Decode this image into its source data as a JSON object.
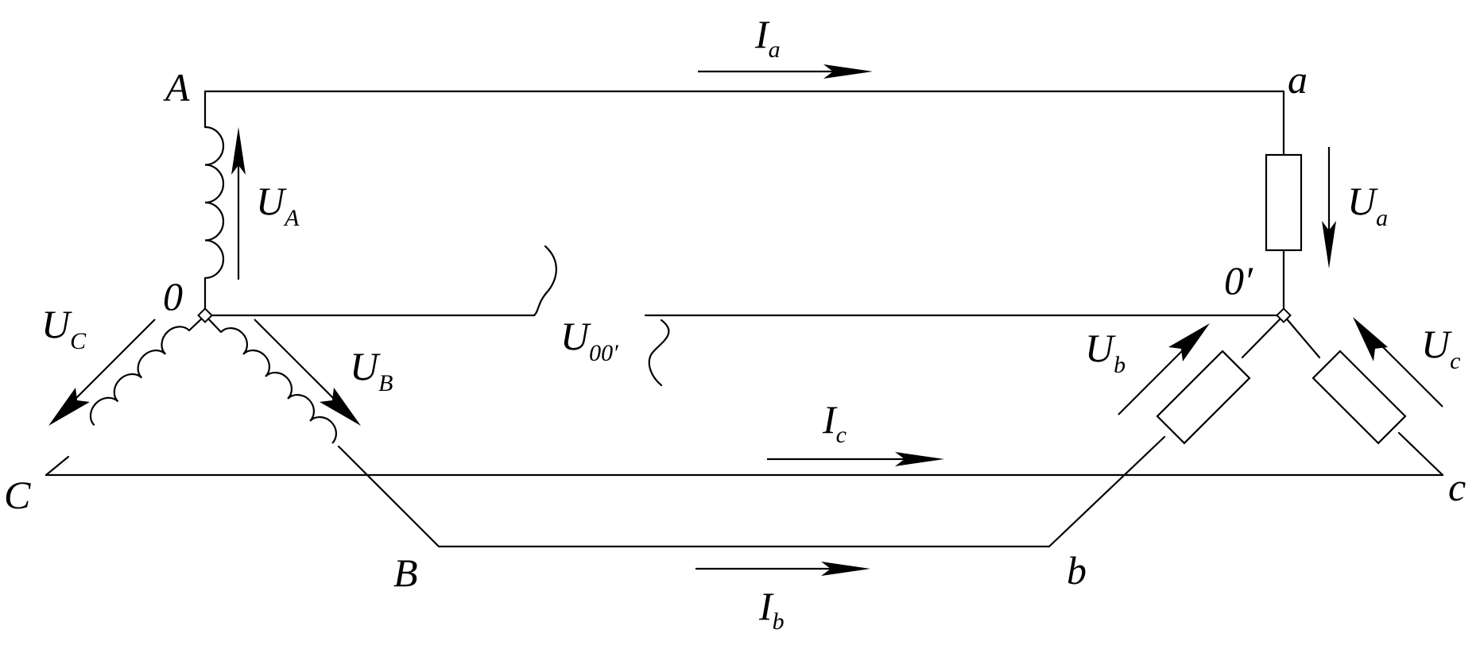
{
  "nodes": {
    "A": "A",
    "B": "B",
    "C": "C",
    "a": "a",
    "b": "b",
    "c": "c",
    "source_neutral": "0",
    "load_neutral": "0′"
  },
  "currents": [
    {
      "main": "I",
      "sub": "a"
    },
    {
      "main": "I",
      "sub": "b"
    },
    {
      "main": "I",
      "sub": "c"
    }
  ],
  "source_voltages": [
    {
      "main": "U",
      "sub": "A"
    },
    {
      "main": "U",
      "sub": "B"
    },
    {
      "main": "U",
      "sub": "C"
    }
  ],
  "load_voltages": [
    {
      "main": "U",
      "sub": "a"
    },
    {
      "main": "U",
      "sub": "b"
    },
    {
      "main": "U",
      "sub": "c"
    }
  ],
  "neutral_voltage": {
    "main": "U",
    "sub": "00′"
  }
}
